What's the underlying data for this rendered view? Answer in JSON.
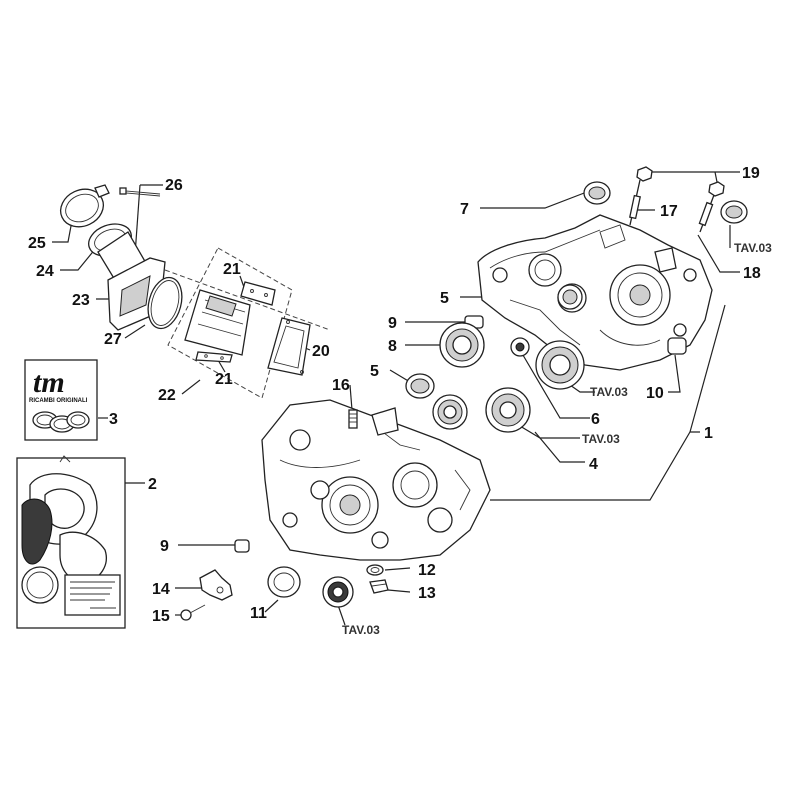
{
  "callouts": {
    "c1": "1",
    "c2": "2",
    "c3": "3",
    "c4": "4",
    "c5a": "5",
    "c5b": "5",
    "c6": "6",
    "c7": "7",
    "c8": "8",
    "c9a": "9",
    "c9b": "9",
    "c10": "10",
    "c11": "11",
    "c12": "12",
    "c13": "13",
    "c14": "14",
    "c15": "15",
    "c16": "16",
    "c17": "17",
    "c18": "18",
    "c19": "19",
    "c20": "20",
    "c21a": "21",
    "c21b": "21",
    "c22": "22",
    "c23": "23",
    "c24": "24",
    "c25": "25",
    "c26": "26",
    "c27": "27"
  },
  "references": {
    "tav_top_right": "TAV.03",
    "tav_bearing_mid": "TAV.03",
    "tav_bearing_6": "TAV.03",
    "tav_bottom": "TAV.03"
  },
  "kit_box": {
    "logo": "tm",
    "caption": "RICAMBI ORIGINALI"
  }
}
